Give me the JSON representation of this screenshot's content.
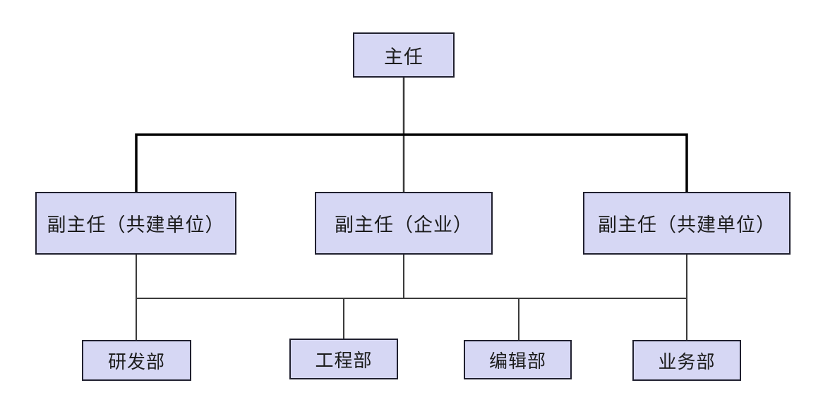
{
  "diagram": {
    "type": "org-chart",
    "background_color": "#ffffff",
    "colors": {
      "node_fill": "#d6d7f4",
      "node_border": "#20202f",
      "line_normal": "#3a3a3a",
      "line_bold": "#000000",
      "text": "#1c1c1c"
    },
    "nodes": {
      "director": {
        "id": "director",
        "level": 1,
        "label": "主任"
      },
      "deputy_left": {
        "id": "deputy_left",
        "level": 2,
        "label": "副主任（共建单位）"
      },
      "deputy_middle": {
        "id": "deputy_middle",
        "level": 2,
        "label": "副主任（企业）"
      },
      "deputy_right": {
        "id": "deputy_right",
        "level": 2,
        "label": "副主任（共建单位）"
      },
      "dept_rd": {
        "id": "dept_rd",
        "level": 3,
        "label": "研发部"
      },
      "dept_eng": {
        "id": "dept_eng",
        "level": 3,
        "label": "工程部"
      },
      "dept_edit": {
        "id": "dept_edit",
        "level": 3,
        "label": "编辑部"
      },
      "dept_biz": {
        "id": "dept_biz",
        "level": 3,
        "label": "业务部"
      }
    },
    "edges": [
      {
        "from": "director",
        "to": "deputy_left"
      },
      {
        "from": "director",
        "to": "deputy_middle"
      },
      {
        "from": "director",
        "to": "deputy_right"
      },
      {
        "from": "deputies",
        "to": "dept_rd"
      },
      {
        "from": "deputies",
        "to": "dept_eng"
      },
      {
        "from": "deputies",
        "to": "dept_edit"
      },
      {
        "from": "deputies",
        "to": "dept_biz"
      }
    ]
  }
}
